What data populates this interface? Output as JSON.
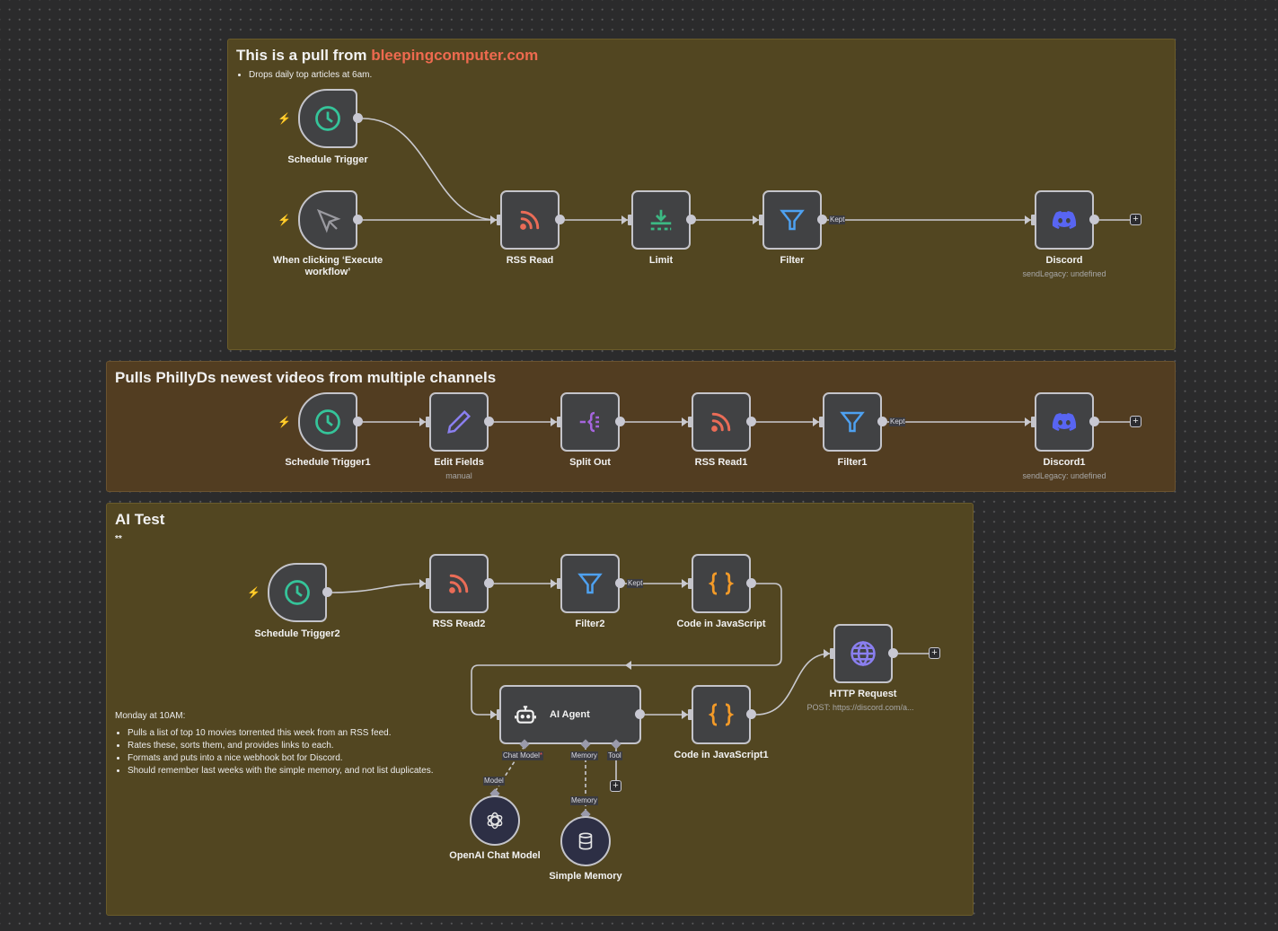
{
  "canvas": {
    "background": "#2b2b2c"
  },
  "stickies": [
    {
      "id": "bleeping",
      "title_prefix": "This is a pull from ",
      "title_link": "bleepingcomputer.com",
      "bullets": [
        "Drops daily top articles at 6am."
      ],
      "color": "#524621"
    },
    {
      "id": "phillyds",
      "title": "Pulls PhillyDs newest videos from multiple channels",
      "color": "#523d21"
    },
    {
      "id": "ai-test",
      "title": "AI Test",
      "subtitle": "**",
      "note_heading": "Monday at 10AM:",
      "bullets": [
        "Pulls a list of top 10 movies torrented this week from an RSS feed.",
        "Rates these, sorts them, and provides links to each.",
        "Formats and puts into a nice webhook bot for Discord.",
        "Should remember last weeks with the simple memory, and not list duplicates."
      ],
      "color": "#524621"
    }
  ],
  "nodes": {
    "schedule_trigger": {
      "label": "Schedule Trigger",
      "icon": "clock-icon"
    },
    "manual_trigger": {
      "label": "When clicking ‘Execute workflow’",
      "icon": "cursor-icon"
    },
    "rss_read": {
      "label": "RSS Read",
      "icon": "rss-icon"
    },
    "limit": {
      "label": "Limit",
      "icon": "limit-icon"
    },
    "filter": {
      "label": "Filter",
      "icon": "filter-icon"
    },
    "discord": {
      "label": "Discord",
      "subtitle": "sendLegacy: undefined",
      "icon": "discord-icon"
    },
    "schedule_trigger1": {
      "label": "Schedule Trigger1",
      "icon": "clock-icon"
    },
    "edit_fields": {
      "label": "Edit Fields",
      "subtitle": "manual",
      "icon": "pencil-icon"
    },
    "split_out": {
      "label": "Split Out",
      "icon": "split-out-icon"
    },
    "rss_read1": {
      "label": "RSS Read1",
      "icon": "rss-icon"
    },
    "filter1": {
      "label": "Filter1",
      "icon": "filter-icon"
    },
    "discord1": {
      "label": "Discord1",
      "subtitle": "sendLegacy: undefined",
      "icon": "discord-icon"
    },
    "schedule_trigger2": {
      "label": "Schedule Trigger2",
      "icon": "clock-icon"
    },
    "rss_read2": {
      "label": "RSS Read2",
      "icon": "rss-icon"
    },
    "filter2": {
      "label": "Filter2",
      "icon": "filter-icon"
    },
    "code_js": {
      "label": "Code in JavaScript",
      "icon": "code-braces-icon"
    },
    "ai_agent": {
      "label": "AI Agent",
      "icon": "robot-icon"
    },
    "code_js1": {
      "label": "Code in JavaScript1",
      "icon": "code-braces-icon"
    },
    "http_request": {
      "label": "HTTP Request",
      "subtitle": "POST: https://discord.com/a...",
      "icon": "globe-icon"
    },
    "openai_chat": {
      "label": "OpenAI Chat Model",
      "icon": "openai-icon"
    },
    "simple_memory": {
      "label": "Simple Memory",
      "icon": "database-icon"
    }
  },
  "edge_labels": {
    "kept": "Kept"
  },
  "agent_ports": {
    "chat_model": "Chat Model",
    "required_mark": "*",
    "memory": "Memory",
    "tool": "Tool",
    "model": "Model",
    "memory_target": "Memory"
  },
  "plus_label": "+",
  "trigger_bolt": "⚡",
  "colors": {
    "clock": "#35c49a",
    "rss": "#ea6c57",
    "limit": "#3cb883",
    "filter": "#4ea1f1",
    "discord": "#5865f2",
    "pencil": "#8a7ff0",
    "split": "#a565de",
    "code": "#f39a28",
    "globe": "#8a7ff0"
  }
}
